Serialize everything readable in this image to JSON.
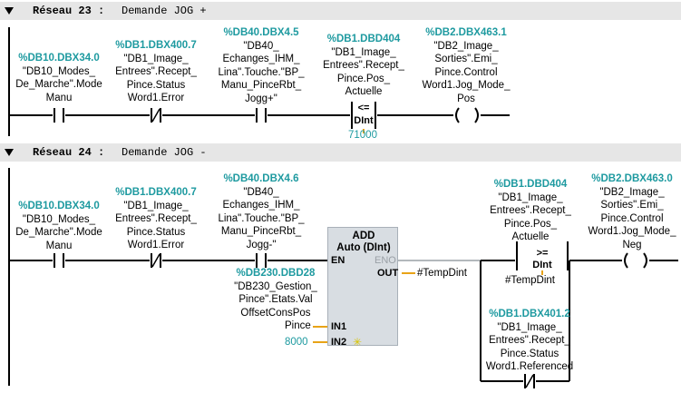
{
  "networks": [
    {
      "number": "Réseau 23 :",
      "title": "Demande JOG +",
      "contacts": [
        {
          "addr": "%DB10.DBX34.0",
          "lines": [
            "\"DB10_Modes_",
            "De_Marche\".Mode",
            "Manu"
          ],
          "type": "NO"
        },
        {
          "addr": "%DB1.DBX400.7",
          "lines": [
            "\"DB1_Image_",
            "Entrees\".Recept_",
            "Pince.Status",
            "Word1.Error"
          ],
          "type": "NC"
        },
        {
          "addr": "%DB40.DBX4.5",
          "lines": [
            "\"DB40_",
            "Echanges_IHM_",
            "Lina\".Touche.\"BP_",
            "Manu_PinceRbt_",
            "Jogg+\""
          ],
          "type": "NO"
        }
      ],
      "compare": {
        "addr": "%DB1.DBD404",
        "lines": [
          "\"DB1_Image_",
          "Entrees\".Recept_",
          "Pince.Pos_",
          "Actuelle"
        ],
        "op": "<=",
        "dtype": "DInt",
        "value": "71000"
      },
      "coil": {
        "addr": "%DB2.DBX463.1",
        "lines": [
          "\"DB2_Image_",
          "Sorties\".Emi_",
          "Pince.Control",
          "Word1.Jog_Mode_",
          "Pos"
        ]
      }
    },
    {
      "number": "Réseau 24 :",
      "title": "Demande JOG -",
      "contacts": [
        {
          "addr": "%DB10.DBX34.0",
          "lines": [
            "\"DB10_Modes_",
            "De_Marche\".Mode",
            "Manu"
          ],
          "type": "NO"
        },
        {
          "addr": "%DB1.DBX400.7",
          "lines": [
            "\"DB1_Image_",
            "Entrees\".Recept_",
            "Pince.Status",
            "Word1.Error"
          ],
          "type": "NC"
        },
        {
          "addr": "%DB40.DBX4.6",
          "lines": [
            "\"DB40_",
            "Echanges_IHM_",
            "Lina\".Touche.\"BP_",
            "Manu_PinceRbt_",
            "Jogg-\""
          ],
          "type": "NO"
        }
      ],
      "add_block": {
        "title": "ADD",
        "subtitle": "Auto (DInt)",
        "en": "EN",
        "eno": "ENO",
        "out_pin": "OUT",
        "out_value": "#TempDint",
        "in1_pin": "IN1",
        "in2_pin": "IN2",
        "in1_addr": "%DB230.DBD28",
        "in1_lines": [
          "\"DB230_Gestion_",
          "Pince\".Etats.Val",
          "OffsetConsPos",
          "Pince"
        ],
        "in2_value": "8000"
      },
      "compare": {
        "addr": "%DB1.DBD404",
        "lines": [
          "\"DB1_Image_",
          "Entrees\".Recept_",
          "Pince.Pos_",
          "Actuelle"
        ],
        "op": ">=",
        "dtype": "DInt",
        "value": "#TempDint"
      },
      "branch_contact": {
        "addr": "%DB1.DBX401.2",
        "lines": [
          "\"DB1_Image_",
          "Entrees\".Recept_",
          "Pince.Status",
          "Word1.Referenced"
        ],
        "type": "NC"
      },
      "coil": {
        "addr": "%DB2.DBX463.0",
        "lines": [
          "\"DB2_Image_",
          "Sorties\".Emi_",
          "Pince.Control",
          "Word1.Jog_Mode_",
          "Neg"
        ]
      }
    }
  ]
}
